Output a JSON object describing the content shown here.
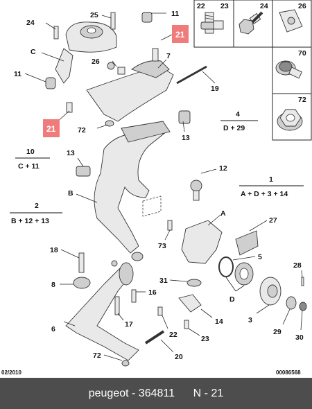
{
  "callouts": {
    "c25": "25",
    "c11a": "11",
    "c24": "24",
    "c21a": "21",
    "cC": "C",
    "c26": "26",
    "c7": "7",
    "c11b": "11",
    "c19": "19",
    "c21b": "21",
    "c72a": "72",
    "c13a": "13",
    "c13b": "13",
    "c12": "12",
    "cB": "B",
    "cA": "A",
    "c27": "27",
    "c73": "73",
    "c5": "5",
    "c18": "18",
    "c8": "8",
    "c31": "31",
    "cD": "D",
    "c16": "16",
    "c17": "17",
    "c14": "14",
    "c28": "28",
    "c3": "3",
    "c29": "29",
    "c30": "30",
    "c6": "6",
    "c22": "22",
    "c23": "23",
    "c72b": "72",
    "c20": "20"
  },
  "inset": {
    "c22": "22",
    "c23": "23",
    "c24": "24",
    "c26": "26",
    "c70": "70",
    "c72": "72"
  },
  "groups": {
    "g4_num": "4",
    "g4_formula": "D + 29",
    "g10_num": "10",
    "g10_formula": "C + 11",
    "g1_num": "1",
    "g1_formula": "A + D + 3 + 14",
    "g2_num": "2",
    "g2_formula": "B + 12 + 13"
  },
  "meta": {
    "date": "02/2010",
    "ref": "00086568"
  },
  "footer": {
    "brand": "peugeot",
    "sep": " - ",
    "part_no": "364811",
    "pos": "N - 21"
  },
  "colors": {
    "highlight": "#f07b7b",
    "footer_bg": "#4d4d4d"
  }
}
